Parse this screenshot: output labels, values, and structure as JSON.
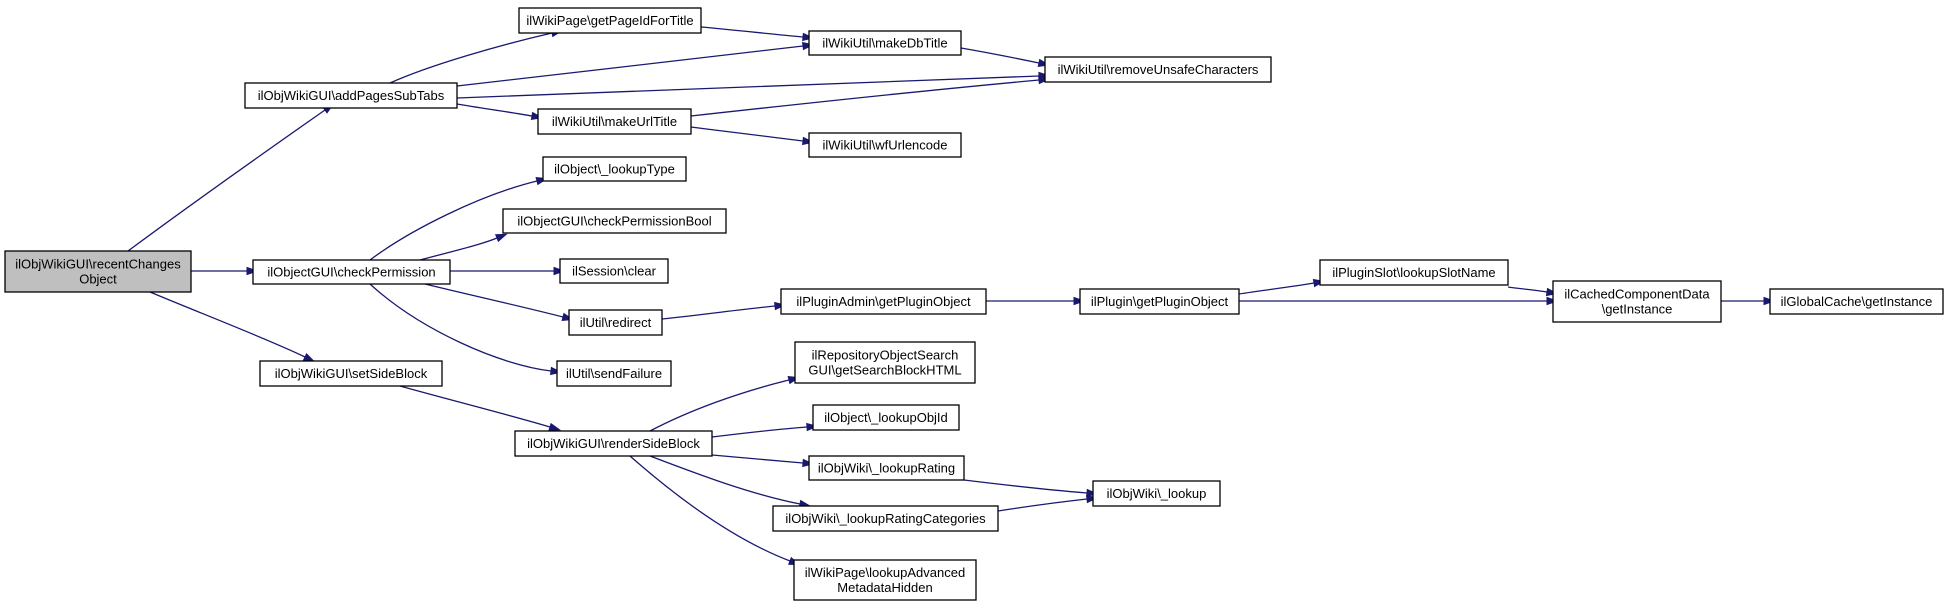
{
  "colors": {
    "edge": "#191970",
    "root_fill": "#bfbfbf",
    "node_fill": "#ffffff",
    "border": "#000000"
  },
  "nodes": [
    {
      "id": "root",
      "lines": [
        "ilObjWikiGUI\\recentChanges",
        "Object"
      ]
    },
    {
      "id": "addPagesSubTabs",
      "lines": [
        "ilObjWikiGUI\\addPagesSubTabs"
      ]
    },
    {
      "id": "checkPermission",
      "lines": [
        "ilObjectGUI\\checkPermission"
      ]
    },
    {
      "id": "setSideBlock",
      "lines": [
        "ilObjWikiGUI\\setSideBlock"
      ]
    },
    {
      "id": "getPageIdForTitle",
      "lines": [
        "ilWikiPage\\getPageIdForTitle"
      ]
    },
    {
      "id": "makeDbTitle",
      "lines": [
        "ilWikiUtil\\makeDbTitle"
      ]
    },
    {
      "id": "removeUnsafe",
      "lines": [
        "ilWikiUtil\\removeUnsafeCharacters"
      ]
    },
    {
      "id": "makeUrlTitle",
      "lines": [
        "ilWikiUtil\\makeUrlTitle"
      ]
    },
    {
      "id": "wfUrlencode",
      "lines": [
        "ilWikiUtil\\wfUrlencode"
      ]
    },
    {
      "id": "lookupType",
      "lines": [
        "ilObject\\_lookupType"
      ]
    },
    {
      "id": "checkPermissionBool",
      "lines": [
        "ilObjectGUI\\checkPermissionBool"
      ]
    },
    {
      "id": "sessionClear",
      "lines": [
        "ilSession\\clear"
      ]
    },
    {
      "id": "redirect",
      "lines": [
        "ilUtil\\redirect"
      ]
    },
    {
      "id": "sendFailure",
      "lines": [
        "ilUtil\\sendFailure"
      ]
    },
    {
      "id": "adminGetPluginObject",
      "lines": [
        "ilPluginAdmin\\getPluginObject"
      ]
    },
    {
      "id": "pluginGetPluginObject",
      "lines": [
        "ilPlugin\\getPluginObject"
      ]
    },
    {
      "id": "lookupSlotName",
      "lines": [
        "ilPluginSlot\\lookupSlotName"
      ]
    },
    {
      "id": "cachedGetInstance",
      "lines": [
        "ilCachedComponentData",
        "\\getInstance"
      ]
    },
    {
      "id": "globalCacheGetInstance",
      "lines": [
        "ilGlobalCache\\getInstance"
      ]
    },
    {
      "id": "getSearchBlockHTML",
      "lines": [
        "ilRepositoryObjectSearch",
        "GUI\\getSearchBlockHTML"
      ]
    },
    {
      "id": "renderSideBlock",
      "lines": [
        "ilObjWikiGUI\\renderSideBlock"
      ]
    },
    {
      "id": "lookupObjId",
      "lines": [
        "ilObject\\_lookupObjId"
      ]
    },
    {
      "id": "lookupRating",
      "lines": [
        "ilObjWiki\\_lookupRating"
      ]
    },
    {
      "id": "lookupRatingCategories",
      "lines": [
        "ilObjWiki\\_lookupRatingCategories"
      ]
    },
    {
      "id": "lookup",
      "lines": [
        "ilObjWiki\\_lookup"
      ]
    },
    {
      "id": "lookupAdvancedMetadataHidden",
      "lines": [
        "ilWikiPage\\lookupAdvanced",
        "MetadataHidden"
      ]
    }
  ],
  "edges": [
    [
      "root",
      "addPagesSubTabs"
    ],
    [
      "root",
      "checkPermission"
    ],
    [
      "root",
      "setSideBlock"
    ],
    [
      "addPagesSubTabs",
      "getPageIdForTitle"
    ],
    [
      "addPagesSubTabs",
      "makeDbTitle"
    ],
    [
      "addPagesSubTabs",
      "removeUnsafe"
    ],
    [
      "addPagesSubTabs",
      "makeUrlTitle"
    ],
    [
      "getPageIdForTitle",
      "makeDbTitle"
    ],
    [
      "makeDbTitle",
      "removeUnsafe"
    ],
    [
      "makeUrlTitle",
      "removeUnsafe"
    ],
    [
      "makeUrlTitle",
      "wfUrlencode"
    ],
    [
      "checkPermission",
      "lookupType"
    ],
    [
      "checkPermission",
      "checkPermissionBool"
    ],
    [
      "checkPermission",
      "sessionClear"
    ],
    [
      "checkPermission",
      "redirect"
    ],
    [
      "checkPermission",
      "sendFailure"
    ],
    [
      "redirect",
      "adminGetPluginObject"
    ],
    [
      "adminGetPluginObject",
      "pluginGetPluginObject"
    ],
    [
      "pluginGetPluginObject",
      "lookupSlotName"
    ],
    [
      "pluginGetPluginObject",
      "cachedGetInstance"
    ],
    [
      "lookupSlotName",
      "cachedGetInstance"
    ],
    [
      "cachedGetInstance",
      "globalCacheGetInstance"
    ],
    [
      "setSideBlock",
      "renderSideBlock"
    ],
    [
      "renderSideBlock",
      "getSearchBlockHTML"
    ],
    [
      "renderSideBlock",
      "lookupObjId"
    ],
    [
      "renderSideBlock",
      "lookupRating"
    ],
    [
      "renderSideBlock",
      "lookupRatingCategories"
    ],
    [
      "renderSideBlock",
      "lookupAdvancedMetadataHidden"
    ],
    [
      "lookupRating",
      "lookup"
    ],
    [
      "lookupRatingCategories",
      "lookup"
    ]
  ]
}
